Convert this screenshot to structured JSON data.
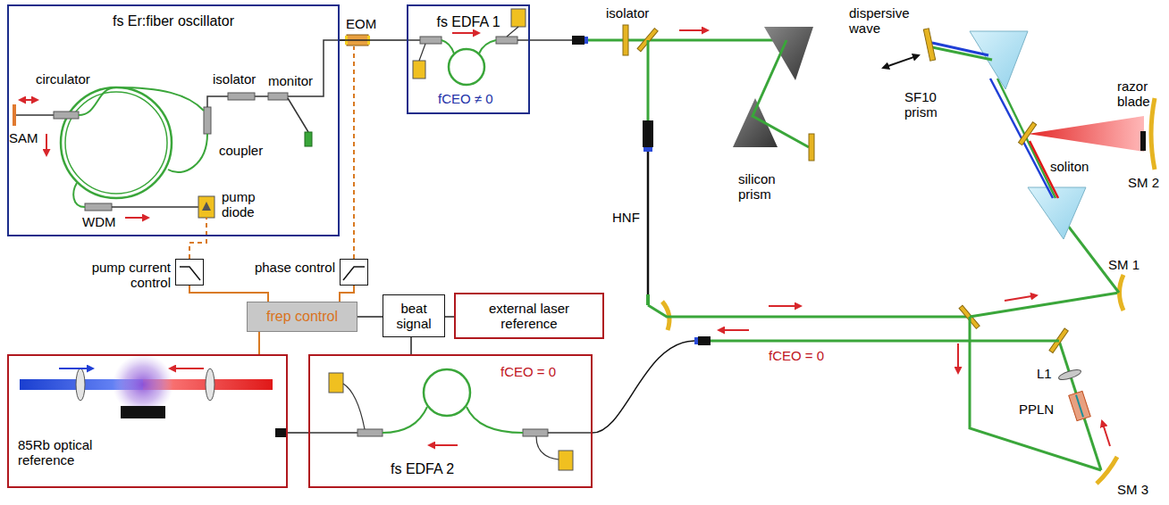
{
  "diagram": {
    "nodes": [
      {
        "text": [
          "fs Er:fiber oscillator"
        ]
      },
      {
        "text": [
          "fs EDFA 1",
          "fCEO ≠ 0"
        ]
      },
      {
        "text": [
          "pump current control"
        ]
      },
      {
        "text": [
          "phase control"
        ]
      },
      {
        "text": [
          "frep control"
        ]
      },
      {
        "text": [
          "beat signal"
        ]
      },
      {
        "text": [
          "external laser reference"
        ]
      },
      {
        "text": [
          "fCEO = 0",
          "fs EDFA 2"
        ]
      },
      {
        "text": [
          "85Rb optical reference"
        ]
      }
    ],
    "edges": [
      {
        "from": 0,
        "to": 1,
        "arrow": "none"
      },
      {
        "from": 4,
        "to": 2,
        "arrow": "none"
      },
      {
        "from": 4,
        "to": 3,
        "arrow": "none"
      },
      {
        "from": 4,
        "to": 5,
        "arrow": "none"
      },
      {
        "from": 5,
        "to": 6,
        "arrow": "none"
      },
      {
        "from": 5,
        "to": 7,
        "arrow": "none"
      },
      {
        "from": 4,
        "to": 8,
        "arrow": "none"
      },
      {
        "from": 7,
        "to": 8,
        "arrow": "none"
      }
    ],
    "labels": [
      "circulator",
      "isolator",
      "monitor",
      "SAM",
      "coupler",
      "WDM",
      "pump diode",
      "EOM",
      "isolator",
      "silicon prism",
      "HNF",
      "dispersive wave",
      "SF10 prism",
      "razor blade",
      "soliton",
      "SM 2",
      "SM 1",
      "fCEO = 0",
      "L1",
      "PPLN",
      "SM 3"
    ]
  }
}
